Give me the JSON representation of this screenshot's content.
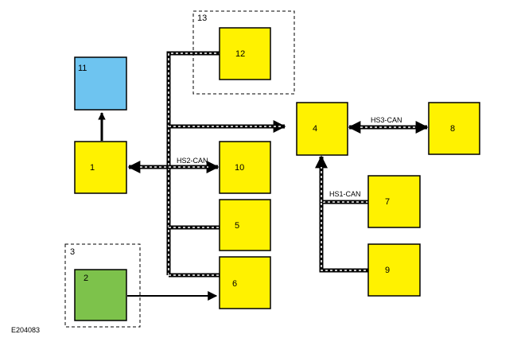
{
  "diagram": {
    "reference_code": "E204083",
    "colors": {
      "module": "#FFF200",
      "module_11": "#6EC4F0",
      "module_2": "#7DC24B",
      "stroke": "#000000",
      "bus_dash": "#ffffff"
    },
    "modules": [
      {
        "id": "m1",
        "label": "1"
      },
      {
        "id": "m2",
        "label": "2"
      },
      {
        "id": "m4",
        "label": "4"
      },
      {
        "id": "m5",
        "label": "5"
      },
      {
        "id": "m6",
        "label": "6"
      },
      {
        "id": "m7",
        "label": "7"
      },
      {
        "id": "m8",
        "label": "8"
      },
      {
        "id": "m9",
        "label": "9"
      },
      {
        "id": "m10",
        "label": "10"
      },
      {
        "id": "m11",
        "label": "11"
      },
      {
        "id": "m12",
        "label": "12"
      }
    ],
    "groups": [
      {
        "id": "g3",
        "label": "3"
      },
      {
        "id": "g13",
        "label": "13"
      }
    ],
    "buses": {
      "hs1": "HS1-CAN",
      "hs2": "HS2-CAN",
      "hs3": "HS3-CAN"
    }
  }
}
